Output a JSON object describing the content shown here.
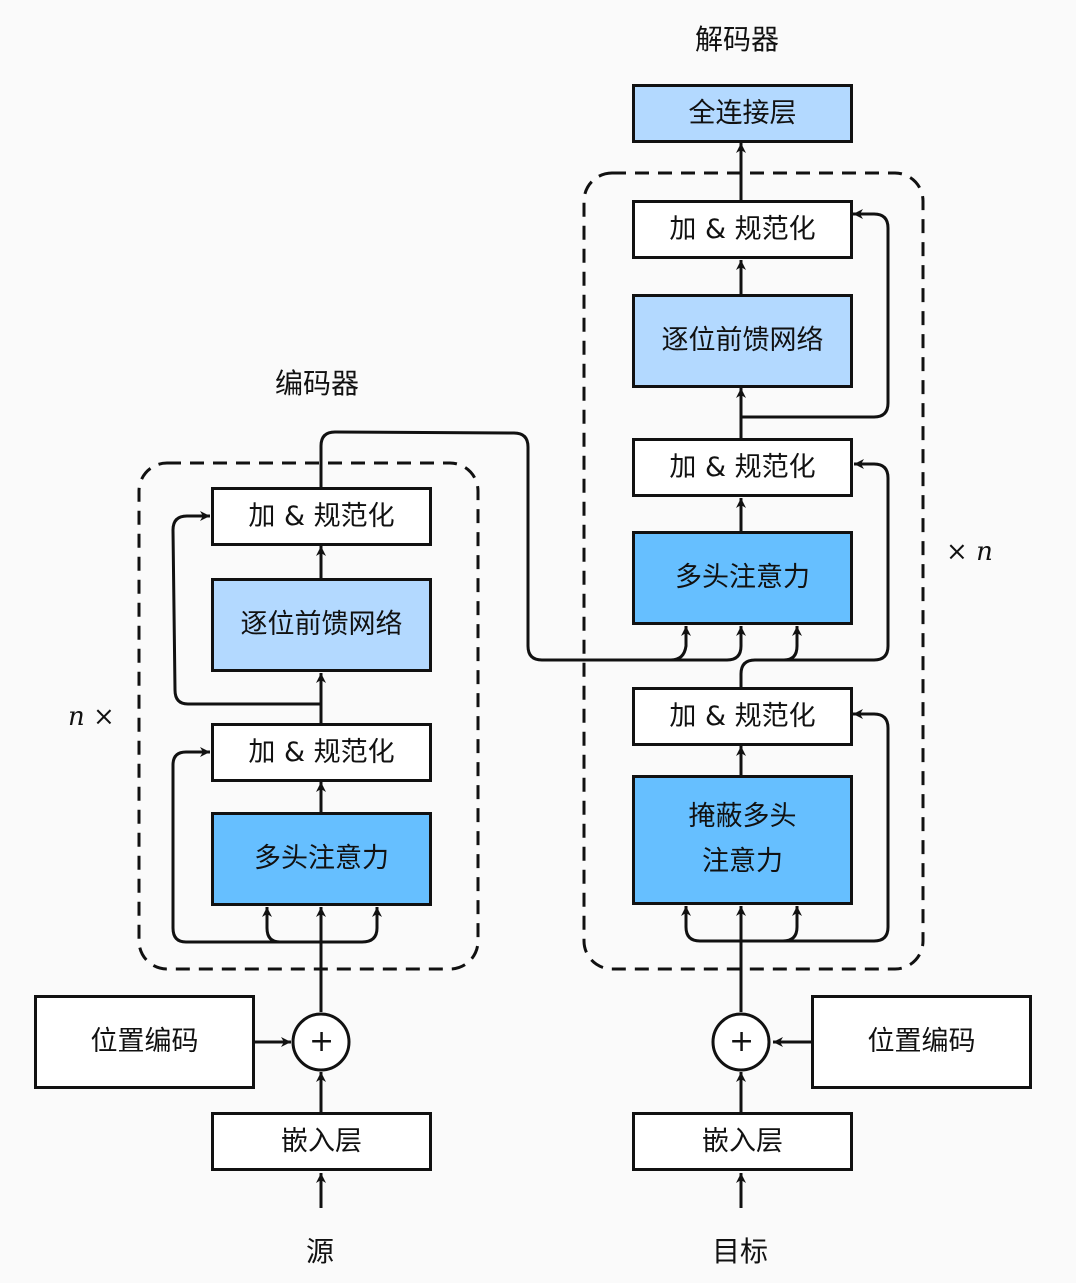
{
  "encoder": {
    "title": "编码器",
    "repeat_label": "n ×",
    "blocks": {
      "add_norm_top": "加 & 规范化",
      "ffn": "逐位前馈网络",
      "add_norm_bottom": "加 & 规范化",
      "attention": "多头注意力"
    },
    "positional_encoding": "位置编码",
    "embedding": "嵌入层",
    "input": "源",
    "add_symbol": "+"
  },
  "decoder": {
    "title": "解码器",
    "repeat_label": "× n",
    "dense": "全连接层",
    "blocks": {
      "add_norm_top": "加 & 规范化",
      "ffn": "逐位前馈网络",
      "add_norm_mid": "加 & 规范化",
      "attention": "多头注意力",
      "add_norm_bottom": "加 & 规范化",
      "masked_attention_line1": "掩蔽多头",
      "masked_attention_line2": "注意力"
    },
    "positional_encoding": "位置编码",
    "embedding": "嵌入层",
    "input": "目标",
    "add_symbol": "+"
  },
  "colors": {
    "light_blue": "#b3d9ff",
    "mid_blue": "#66bfff",
    "stroke": "#111111",
    "background": "#fafafa"
  }
}
